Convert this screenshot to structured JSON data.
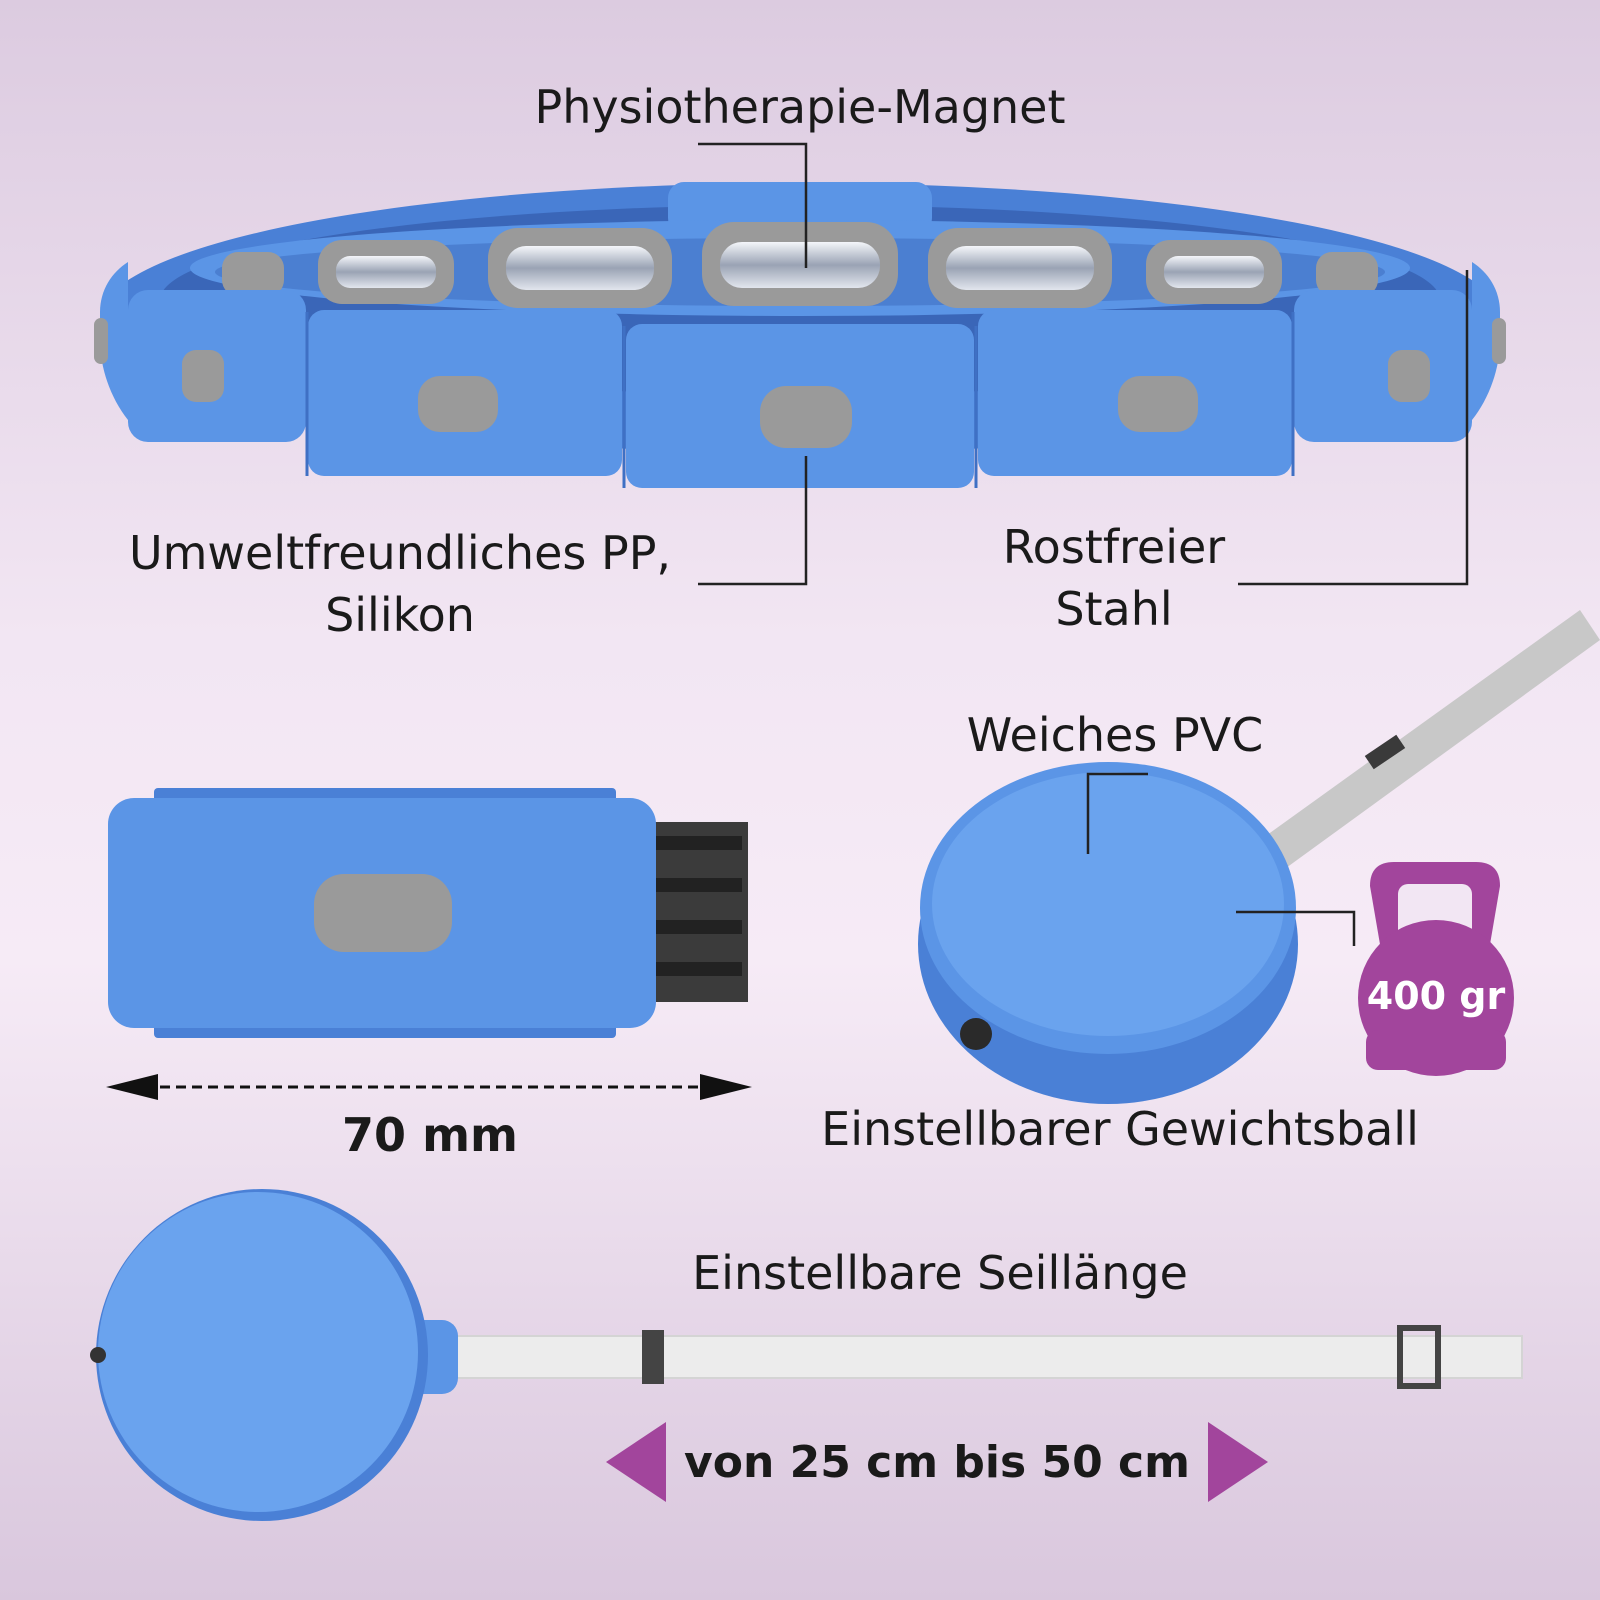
{
  "labels": {
    "magnet": "Physiotherapie-Magnet",
    "pp_line1": "Umweltfreundliches PP,",
    "pp_line2": "Silikon",
    "steel_line1": "Rostfreier",
    "steel_line2": "Stahl",
    "pvc": "Weiches PVC",
    "weight": "400 gr",
    "width": "70 mm",
    "ball": "Einstellbarer Gewichtsball",
    "rope": "Einstellbare Seillänge",
    "range": "von 25 cm bis 50 cm"
  },
  "colors": {
    "blue": "#5b95e6",
    "blue_dark": "#4a80d6",
    "grey": "#9a9a9a",
    "purple": "#a2459c",
    "strap": "#e9e9e9"
  }
}
